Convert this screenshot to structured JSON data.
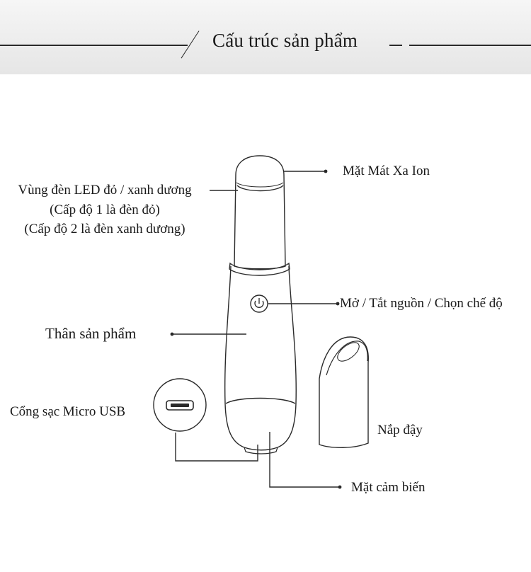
{
  "header": {
    "title": "Cấu trúc sản phẩm"
  },
  "labels": {
    "ion_face": "Mặt Mát Xa Ion",
    "led_zone_line1": "Vùng đèn LED đỏ / xanh dương",
    "led_zone_line2": "(Cấp độ 1 là đèn đỏ)",
    "led_zone_line3": "(Cấp độ 2 là đèn xanh dương)",
    "power_button": "Mở / Tắt nguồn / Chọn chế độ",
    "body": "Thân sản phẩm",
    "charging_port": "Cổng sạc Micro USB",
    "cap": "Nắp đậy",
    "sensor_face": "Mặt cảm biến"
  },
  "icons": {
    "power": "power-icon",
    "usb_port": "micro-usb-port-icon"
  },
  "colors": {
    "stroke": "#2a2a2a",
    "header_bg": "#ececec"
  }
}
